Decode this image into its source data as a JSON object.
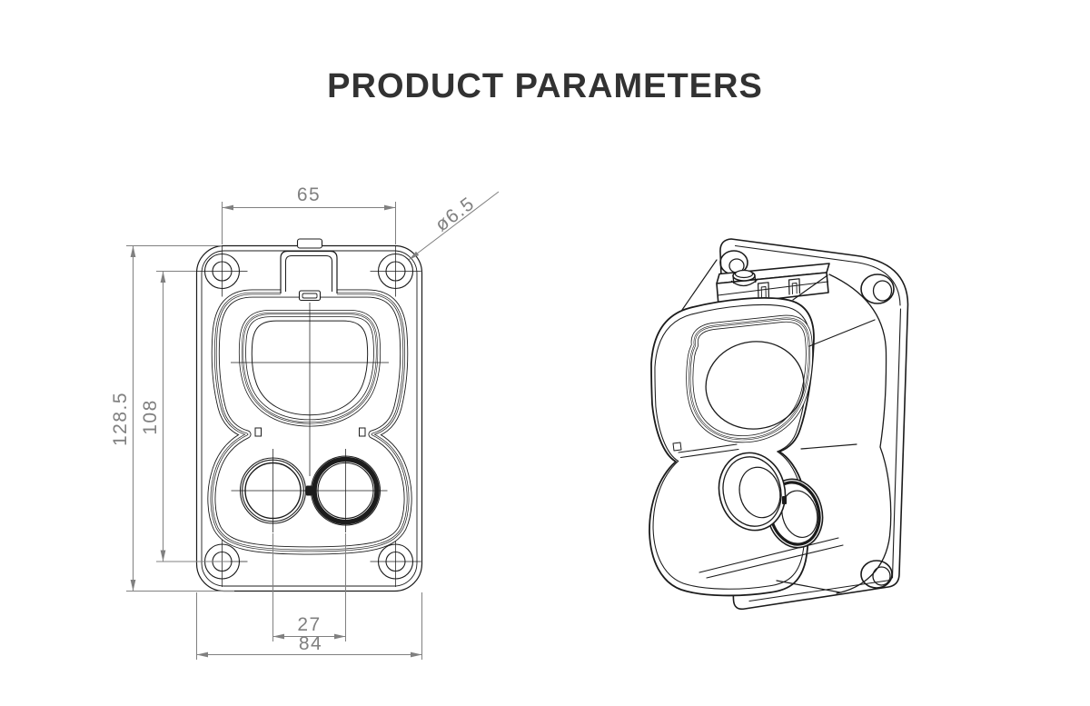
{
  "page": {
    "title": "PRODUCT PARAMETERS",
    "background": "#ffffff"
  },
  "drawing": {
    "kind": "charging-socket-technical-drawing",
    "views": [
      {
        "id": "front",
        "label": "front-orthographic-view-with-dimensions"
      },
      {
        "id": "iso",
        "label": "isometric-view"
      }
    ],
    "dimensions": {
      "mount_hole_spacing_width": "65",
      "mount_hole_diameter": "ø6.5",
      "overall_height": "128.5",
      "mount_hole_spacing_height": "108",
      "dc_pin_spacing": "27",
      "overall_width": "84"
    },
    "colors": {
      "line": "#1c1c1c",
      "dimension": "#808080",
      "title": "#323232"
    }
  }
}
